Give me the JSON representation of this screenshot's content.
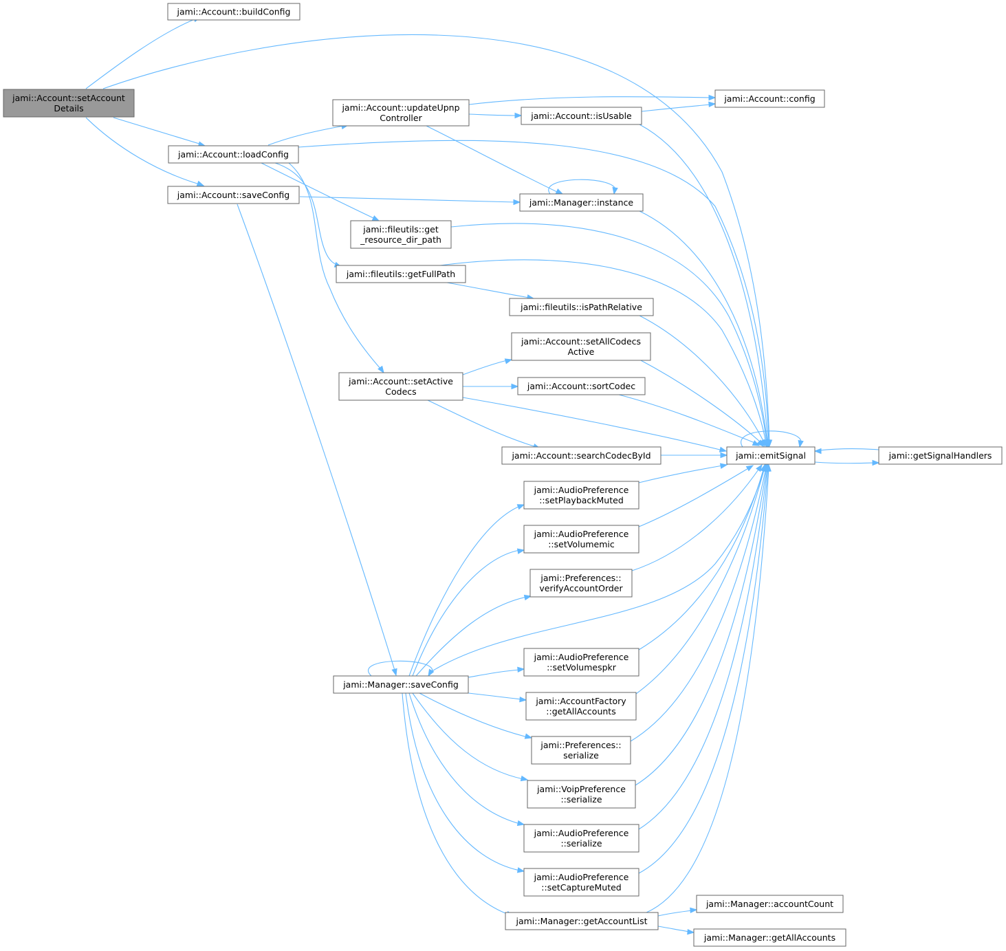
{
  "colors": {
    "edge": "#63b8ff",
    "root_fill": "#999999",
    "node_border": "#666666"
  },
  "nodes": {
    "setAccountDetails": {
      "lines": [
        "jami::Account::setAccount",
        "Details"
      ]
    },
    "buildConfig": {
      "lines": [
        "jami::Account::buildConfig"
      ]
    },
    "loadConfig": {
      "lines": [
        "jami::Account::loadConfig"
      ]
    },
    "saveConfigAcc": {
      "lines": [
        "jami::Account::saveConfig"
      ]
    },
    "updateUpnp": {
      "lines": [
        "jami::Account::updateUpnp",
        "Controller"
      ]
    },
    "config": {
      "lines": [
        "jami::Account::config"
      ]
    },
    "isUsable": {
      "lines": [
        "jami::Account::isUsable"
      ]
    },
    "instance": {
      "lines": [
        "jami::Manager::instance"
      ]
    },
    "getResourceDir": {
      "lines": [
        "jami::fileutils::get",
        "_resource_dir_path"
      ]
    },
    "getFullPath": {
      "lines": [
        "jami::fileutils::getFullPath"
      ]
    },
    "isPathRelative": {
      "lines": [
        "jami::fileutils::isPathRelative"
      ]
    },
    "setAllCodecsActive": {
      "lines": [
        "jami::Account::setAllCodecs",
        "Active"
      ]
    },
    "setActiveCodecs": {
      "lines": [
        "jami::Account::setActive",
        "Codecs"
      ]
    },
    "sortCodec": {
      "lines": [
        "jami::Account::sortCodec"
      ]
    },
    "searchCodecById": {
      "lines": [
        "jami::Account::searchCodecById"
      ]
    },
    "emitSignal": {
      "lines": [
        "jami::emitSignal"
      ]
    },
    "getSignalHandlers": {
      "lines": [
        "jami::getSignalHandlers"
      ]
    },
    "setPlaybackMuted": {
      "lines": [
        "jami::AudioPreference",
        "::setPlaybackMuted"
      ]
    },
    "setVolumemic": {
      "lines": [
        "jami::AudioPreference",
        "::setVolumemic"
      ]
    },
    "verifyAccountOrder": {
      "lines": [
        "jami::Preferences::",
        "verifyAccountOrder"
      ]
    },
    "managerSaveConfig": {
      "lines": [
        "jami::Manager::saveConfig"
      ]
    },
    "setVolumespkr": {
      "lines": [
        "jami::AudioPreference",
        "::setVolumespkr"
      ]
    },
    "getAllAccountsFactory": {
      "lines": [
        "jami::AccountFactory",
        "::getAllAccounts"
      ]
    },
    "prefSerialize": {
      "lines": [
        "jami::Preferences::",
        "serialize"
      ]
    },
    "voipSerialize": {
      "lines": [
        "jami::VoipPreference",
        "::serialize"
      ]
    },
    "audioSerialize": {
      "lines": [
        "jami::AudioPreference",
        "::serialize"
      ]
    },
    "setCaptureMuted": {
      "lines": [
        "jami::AudioPreference",
        "::setCaptureMuted"
      ]
    },
    "getAccountList": {
      "lines": [
        "jami::Manager::getAccountList"
      ]
    },
    "accountCount": {
      "lines": [
        "jami::Manager::accountCount"
      ]
    },
    "getAllAccountsMgr": {
      "lines": [
        "jami::Manager::getAllAccounts"
      ]
    }
  }
}
